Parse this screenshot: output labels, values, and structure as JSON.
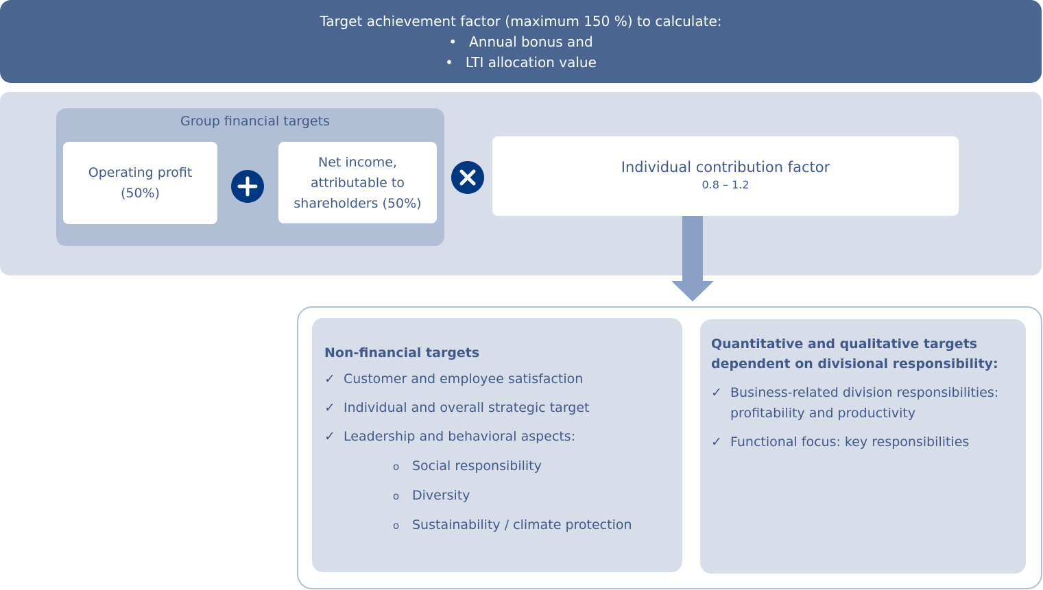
{
  "header": {
    "title": "Target achievement factor (maximum 150 %) to calculate:",
    "bullets": [
      "Annual bonus and",
      "LTI allocation value"
    ]
  },
  "group": {
    "title": "Group financial targets",
    "operating_profit": "Operating profit (50%)",
    "net_income": "Net income, attributable to shareholders (50%)"
  },
  "icc": {
    "title": "Individual contribution factor",
    "range": "0.8 – 1.2"
  },
  "non_financial": {
    "title": "Non-financial targets",
    "items": [
      "Customer and employee satisfaction",
      "Individual and overall strategic target",
      "Leadership and behavioral aspects:"
    ],
    "sub_items": [
      "Social responsibility",
      "Diversity",
      "Sustainability / climate protection"
    ]
  },
  "divisional": {
    "title": "Quantitative and qualitative targets dependent on divisional responsibility:",
    "items": [
      "Business-related division responsibilities: profitability and productivity",
      "Functional focus: key responsibilities"
    ]
  },
  "colors": {
    "header": "#4a6590",
    "band": "#d8dee9",
    "group": "#b0bfd6",
    "icon": "#003781",
    "text": "#41598a",
    "arrow": "#8aa0c4"
  }
}
